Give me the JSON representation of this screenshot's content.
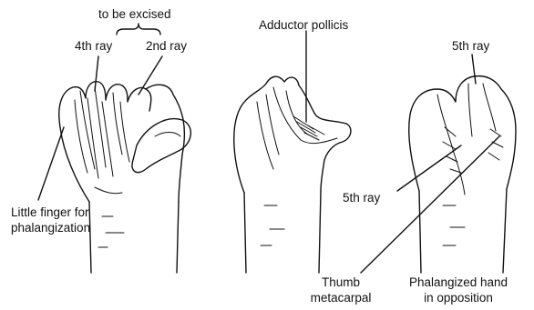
{
  "labels": {
    "to_be_excised": "to be excised",
    "fourth_ray": "4th ray",
    "second_ray": "2nd ray",
    "little_finger_line1": "Little finger for",
    "little_finger_line2": "phalangization",
    "adductor_pollicis": "Adductor pollicis",
    "fifth_ray_top": "5th ray",
    "fifth_ray_mid": "5th ray",
    "thumb_line1": "Thumb",
    "thumb_line2": "metacarpal",
    "phalangized_line1": "Phalangized hand",
    "phalangized_line2": "in opposition"
  }
}
